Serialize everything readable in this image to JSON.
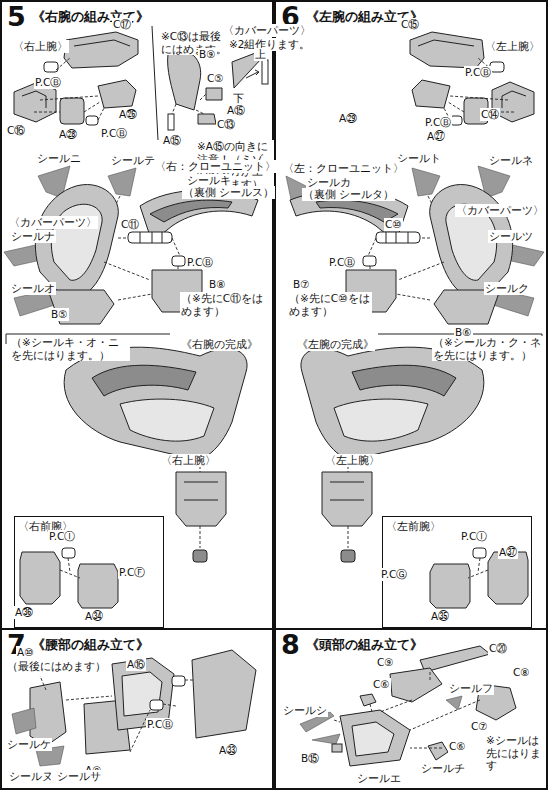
{
  "diagram": {
    "nodes": [
      {
        "text": [
          "5",
          "《右腕の組み立て》"
        ]
      },
      {
        "text": [
          "6",
          "《左腕の組み立て》"
        ]
      },
      {
        "text": [
          "7",
          "《腰部の組み立て》"
        ]
      },
      {
        "text": [
          "8",
          "《頭部の組み立て》"
        ]
      },
      {
        "text": [
          "〈右前腕〉"
        ],
        "in": 0
      },
      {
        "text": [
          "〈左前腕〉"
        ],
        "in": 1
      }
    ],
    "labels": [
      "〈右上腕〉",
      "P.CⒷ",
      "C⑰",
      "C⑯",
      "A㉘",
      "A㉖",
      "P.CⒷ",
      "※C⑬は最後にはめます。",
      "B⑨",
      "C⑤",
      "A⑮",
      "C⑬",
      "〈カバーパーツ〉",
      "※2組作ります。",
      "上",
      "下",
      "A⑮",
      "※A⑮の向きに注意！（ミゾのある方が上になります）",
      "シールニ",
      "シールテ",
      "〈右：クローユニット〉",
      "シールキ",
      "（裏側 シールス）",
      "〈カバーパーツ〉",
      "シールナ",
      "シールオ",
      "C⑪",
      "B⑧",
      "P.CⒷ",
      "（※先にC⑪をはめます）",
      "B⑤",
      "（※シールキ・オ・ニを先にはります。）",
      "《右腕の完成》",
      "〈右上腕〉",
      "P.CⒾ",
      "A㊱",
      "A㉞",
      "P.CⒻ",
      "〈左上腕〉",
      "C⑮",
      "P.CⒷ",
      "A㉗",
      "P.CⒷ",
      "A㉙",
      "C⑭",
      "シールト",
      "シールネ",
      "〈左：クローユニット〉",
      "シールカ",
      "（裏側 シールタ）",
      "C⑩",
      "B⑦",
      "P.CⒷ",
      "（※先にC⑩をはめます）",
      "〈カバーパーツ〉",
      "シールツ",
      "B⑥",
      "シールク",
      "（※シールカ・ク・ネを先にはります。）",
      "《左腕の完成》",
      "〈左上腕〉",
      "P.CⒾ",
      "A㊲",
      "A㉟",
      "P.CⒼ",
      "A⑩",
      "（最後にはめます）",
      "A⑯",
      "A㉝",
      "P.CⒷ",
      "A⑨",
      "シールケ",
      "シールヌ",
      "シールサ",
      "C⑳",
      "C⑨",
      "C⑧",
      "シールフ",
      "シールチ",
      "C⑦",
      "※シールは先にはります",
      "シールシ",
      "C⑥",
      "B⑮",
      "シールエ",
      "C⑥"
    ]
  }
}
